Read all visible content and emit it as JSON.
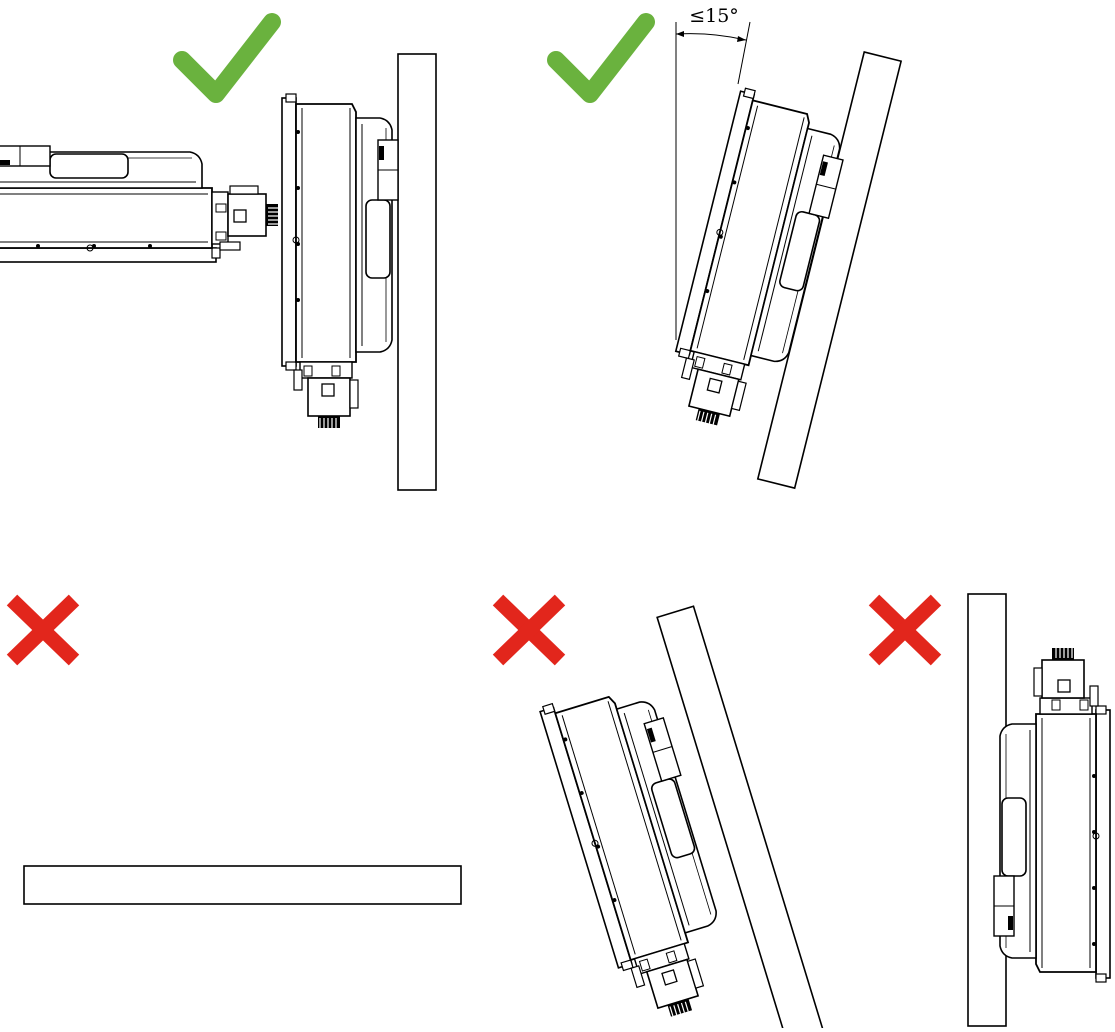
{
  "angle_label": "≤15°",
  "colors": {
    "ok": "#6ab23e",
    "bad": "#e2261c",
    "line": "#000000",
    "bg": "#ffffff"
  },
  "panels": [
    {
      "id": "vertical",
      "verdict": "correct",
      "icon": "checkmark-icon"
    },
    {
      "id": "tilted-back",
      "verdict": "correct",
      "icon": "checkmark-icon"
    },
    {
      "id": "horizontal",
      "verdict": "incorrect",
      "icon": "cross-icon"
    },
    {
      "id": "tilted-forward",
      "verdict": "incorrect",
      "icon": "cross-icon"
    },
    {
      "id": "upside-down",
      "verdict": "incorrect",
      "icon": "cross-icon"
    }
  ]
}
